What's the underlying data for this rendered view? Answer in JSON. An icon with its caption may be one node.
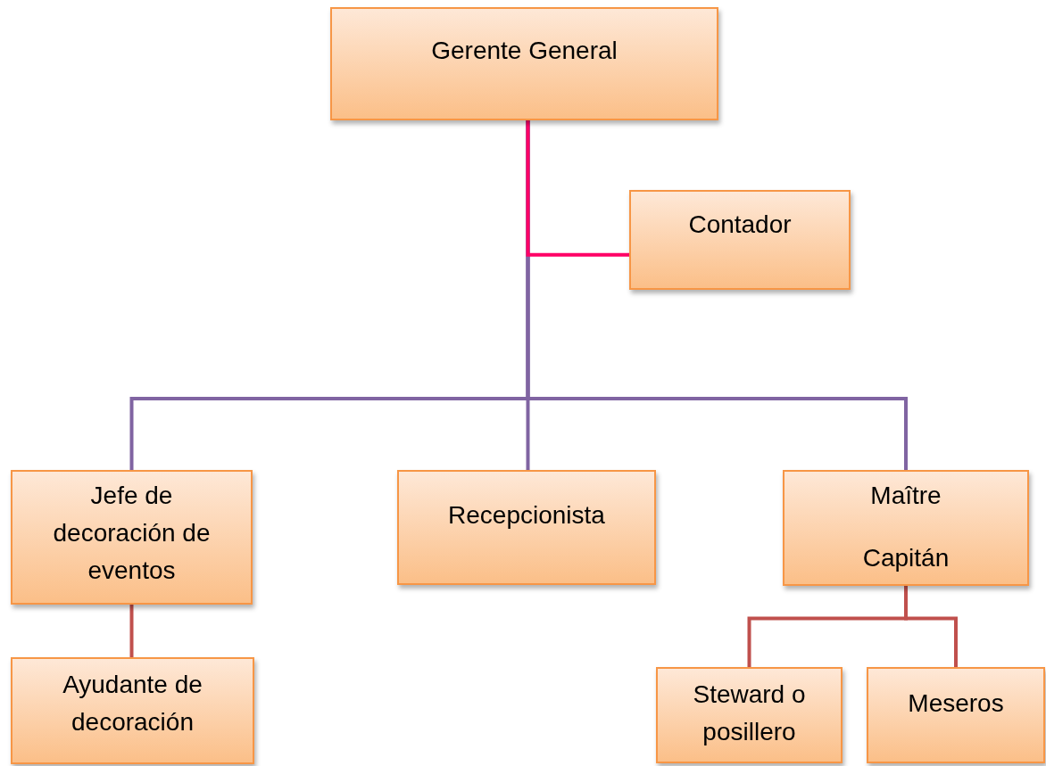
{
  "diagram": {
    "nodes": [
      {
        "text": [
          "Gerente General"
        ]
      },
      {
        "text": [
          "Contador"
        ]
      },
      {
        "text": [
          "Jefe de decoración de eventos"
        ]
      },
      {
        "text": [
          "Recepcionista"
        ]
      },
      {
        "text": [
          "Maître",
          "Capitán"
        ]
      },
      {
        "text": [
          "Ayudante de decoración"
        ]
      },
      {
        "text": [
          "Steward o posillero"
        ]
      },
      {
        "text": [
          "Meseros"
        ]
      }
    ],
    "edges": [
      {
        "from": 0,
        "to": 1,
        "arrow": "none",
        "color": "#ff0066"
      },
      {
        "from": 0,
        "to": 2,
        "arrow": "none",
        "color": "#8064a2"
      },
      {
        "from": 0,
        "to": 3,
        "arrow": "none",
        "color": "#8064a2"
      },
      {
        "from": 0,
        "to": 4,
        "arrow": "none",
        "color": "#8064a2"
      },
      {
        "from": 2,
        "to": 5,
        "arrow": "none",
        "color": "#c0504d"
      },
      {
        "from": 4,
        "to": 6,
        "arrow": "none",
        "color": "#c0504d"
      },
      {
        "from": 4,
        "to": 7,
        "arrow": "none",
        "color": "#c0504d"
      }
    ]
  }
}
